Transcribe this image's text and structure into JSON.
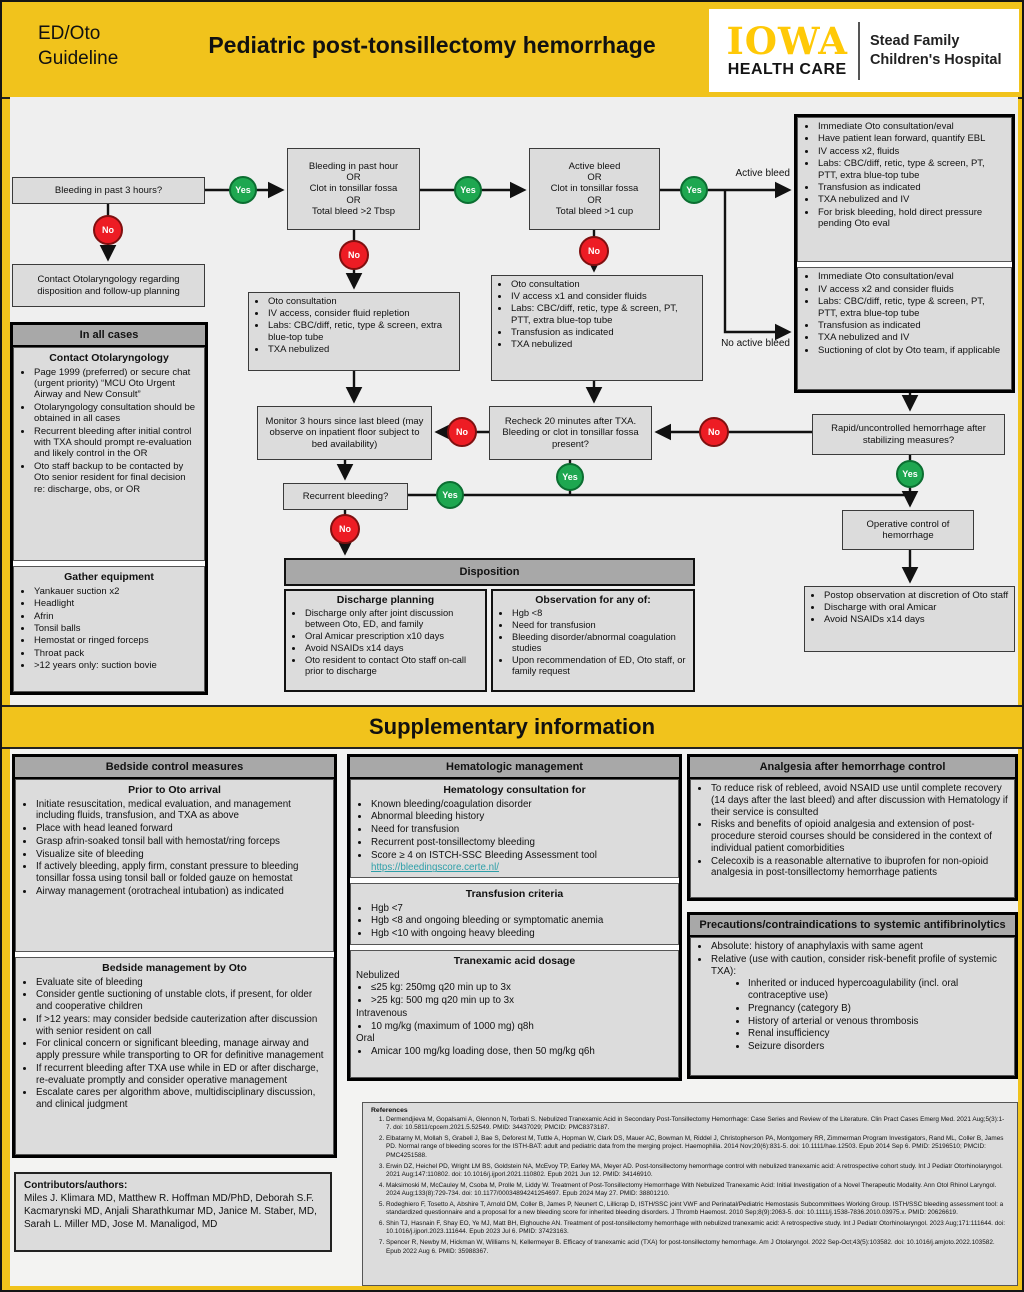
{
  "colors": {
    "banner_gold": "#F1C31C",
    "logo_gold": "#FFC907",
    "box_fill": "#DCDCDC",
    "section_header_fill": "#A8A8A8",
    "yes_green": "#1EA750",
    "no_red": "#ED1C24"
  },
  "header": {
    "guideline_label": "ED/Oto Guideline",
    "title": "Pediatric post-tonsillectomy hemorrhage",
    "logo_primary": "IOWA",
    "logo_secondary": "HEALTH CARE",
    "logo_affiliate_line1": "Stead Family",
    "logo_affiliate_line2": "Children's Hospital"
  },
  "labels": {
    "yes": "Yes",
    "no": "No",
    "active_bleed": "Active bleed",
    "no_active_bleed": "No active bleed"
  },
  "flow": {
    "q_past3hours": "Bleeding in past 3 hours?",
    "contact_oto": "Contact Otolaryngology regarding disposition and follow-up planning",
    "q_pasthour": "Bleeding in past hour\nOR\nClot in tonsillar fossa\nOR\nTotal bleed >2 Tbsp",
    "q_activebleed": "Active bleed\nOR\nClot in tonsillar fossa\nOR\nTotal bleed >1 cup",
    "oto_mild_items": [
      "Oto consultation",
      "IV access, consider fluid repletion",
      "Labs: CBC/diff, retic, type & screen, extra blue-top tube",
      "TXA nebulized"
    ],
    "oto_moderate_items": [
      "Oto consultation",
      "IV access x1 and consider fluids",
      "Labs: CBC/diff, retic, type & screen, PT, PTT, extra blue-top tube",
      "Transfusion as indicated",
      "TXA nebulized"
    ],
    "active_bleed_items": [
      "Immediate Oto consultation/eval",
      "Have patient lean forward, quantify EBL",
      "IV access x2, fluids",
      "Labs: CBC/diff, retic, type & screen, PT, PTT, extra blue-top tube",
      "Transfusion as indicated",
      "TXA nebulized and IV",
      "For brisk bleeding, hold direct pressure pending Oto eval"
    ],
    "no_active_bleed_items": [
      "Immediate Oto consultation/eval",
      "IV access x2 and consider fluids",
      "Labs: CBC/diff, retic, type & screen, PT, PTT, extra blue-top tube",
      "Transfusion as indicated",
      "TXA nebulized and IV",
      "Suctioning of clot by Oto team, if applicable"
    ],
    "monitor": "Monitor 3 hours since last bleed (may observe on inpatient floor subject to bed availability)",
    "recheck": "Recheck 20 minutes after TXA. Bleeding or clot in tonsillar fossa present?",
    "recurrent": "Recurrent bleeding?",
    "rapid": "Rapid/uncontrolled hemorrhage after stabilizing measures?",
    "operative": "Operative control of\nhemorrhage",
    "postop_items": [
      "Postop observation at discretion of Oto staff",
      "Discharge with oral Amicar",
      "Avoid NSAIDs x14 days"
    ]
  },
  "in_all_cases": {
    "title": "In all cases",
    "contact_title": "Contact Otolaryngology",
    "contact_items": [
      "Page 1999 (preferred) or secure chat (urgent priority) “MCU Oto Urgent Airway and New Consult”",
      "Otolaryngology consultation should be obtained in all cases",
      "Recurrent bleeding after initial control with TXA should prompt re-evaluation and likely control in the OR",
      "Oto staff backup to be contacted by Oto senior resident for final decision re: discharge, obs, or OR"
    ],
    "equipment_title": "Gather equipment",
    "equipment_items": [
      "Yankauer suction x2",
      "Headlight",
      "Afrin",
      "Tonsil balls",
      "Hemostat or ringed forceps",
      "Throat pack",
      ">12 years only: suction bovie"
    ]
  },
  "disposition": {
    "title": "Disposition",
    "discharge_title": "Discharge planning",
    "discharge_items": [
      "Discharge only after joint discussion between Oto, ED, and family",
      "Oral Amicar prescription x10 days",
      "Avoid NSAIDs x14 days",
      "Oto resident to contact Oto staff on-call prior to discharge"
    ],
    "observation_title": "Observation for any of:",
    "observation_items": [
      "Hgb <8",
      "Need for transfusion",
      "Bleeding disorder/abnormal coagulation studies",
      "Upon recommendation of ED, Oto staff, or family request"
    ]
  },
  "supplementary": {
    "title": "Supplementary information",
    "bedside": {
      "title": "Bedside control measures",
      "prior_title": "Prior to Oto arrival",
      "prior_items": [
        "Initiate resuscitation, medical evaluation, and management including fluids, transfusion, and TXA as above",
        "Place with head leaned forward",
        "Grasp afrin-soaked tonsil ball with hemostat/ring forceps",
        "Visualize site of bleeding",
        "If actively bleeding, apply firm, constant pressure to bleeding tonsillar fossa using tonsil ball or folded gauze on hemostat",
        "Airway management (orotracheal intubation) as indicated"
      ],
      "oto_title": "Bedside management by Oto",
      "oto_items": [
        "Evaluate site of bleeding",
        "Consider gentle suctioning of unstable clots, if present, for older and cooperative children",
        "If >12 years: may consider bedside cauterization after discussion with senior resident on call",
        "For clinical concern or significant bleeding, manage airway and apply pressure while transporting to OR for definitive management",
        "If recurrent bleeding after TXA use while in ED or after discharge, re-evaluate promptly and consider operative management",
        "Escalate cares per algorithm above, multidisciplinary discussion, and clinical judgment"
      ]
    },
    "hematology": {
      "title": "Hematologic management",
      "consult_title": "Hematology consultation for",
      "consult_items": [
        "Known bleeding/coagulation disorder",
        "Abnormal bleeding history",
        "Need for transfusion",
        "Recurrent post-tonsillectomy bleeding",
        "Score ≥ 4 on ISTCH-SSC Bleeding Assessment tool"
      ],
      "consult_link": "https://bleedingscore.certe.nl/",
      "transfusion_title": "Transfusion criteria",
      "transfusion_items": [
        "Hgb <7",
        "Hgb <8 and ongoing bleeding or symptomatic anemia",
        "Hgb <10 with ongoing heavy bleeding"
      ],
      "txa_title": "Tranexamic acid dosage",
      "nebulized_label": "Nebulized",
      "nebulized_items": [
        "≤25 kg: 250mg q20 min up to 3x",
        ">25 kg: 500 mg q20 min up to 3x"
      ],
      "iv_label": "Intravenous",
      "iv_items": [
        "10 mg/kg (maximum of 1000 mg) q8h"
      ],
      "oral_label": "Oral",
      "oral_items": [
        "Amicar 100 mg/kg loading dose, then 50 mg/kg q6h"
      ]
    },
    "analgesia": {
      "title": "Analgesia after hemorrhage control",
      "items": [
        "To reduce risk of rebleed, avoid NSAID use until complete recovery (14 days after the last bleed) and after discussion with Hematology if their service is consulted",
        "Risks and benefits of opioid analgesia and extension of post-procedure steroid courses should be considered in the context of individual patient comorbidities",
        "Celecoxib is a reasonable alternative to ibuprofen for non-opioid analgesia in post-tonsillectomy hemorrhage patients"
      ]
    },
    "precautions": {
      "title": "Precautions/contraindications to systemic antifibrinolytics",
      "items": [
        "Absolute: history of anaphylaxis with same agent",
        "Relative (use with caution, consider risk-benefit profile of systemic TXA):"
      ],
      "relative_subitems": [
        "Inherited or induced hypercoagulability (incl. oral contraceptive use)",
        "Pregnancy (category B)",
        "History of arterial or venous thrombosis",
        "Renal insufficiency",
        "Seizure disorders"
      ]
    },
    "contributors": {
      "title": "Contributors/authors:",
      "text": "Miles J. Klimara MD, Matthew R. Hoffman MD/PhD, Deborah S.F. Kacmarynski MD, Anjali Sharathkumar MD, Janice M. Staber, MD, Sarah L. Miller MD, Jose M. Manaligod, MD"
    },
    "references": {
      "title": "References",
      "items": [
        "Dermendjieva M, Gopalsami A, Glennon N, Torbati S. Nebulized Tranexamic Acid in Secondary Post-Tonsillectomy Hemorrhage: Case Series and Review of the Literature. Clin Pract Cases Emerg Med. 2021 Aug;5(3):1-7. doi: 10.5811/cpcem.2021.5.52549. PMID: 34437029; PMCID: PMC8373187.",
        "Elbatarny M, Mollah S, Grabell J, Bae S, Deforest M, Tuttle A, Hopman W, Clark DS, Mauer AC, Bowman M, Riddel J, Christopherson PA, Montgomery RR, Zimmerman Program Investigators, Rand ML, Coller B, James PD. Normal range of bleeding scores for the ISTH-BAT: adult and pediatric data from the merging project. Haemophilia. 2014 Nov;20(6):831-5. doi: 10.1111/hae.12503. Epub 2014 Sep 6. PMID: 25196510; PMCID: PMC4251588.",
        "Erwin DZ, Heichel PD, Wright LM BS, Goldstein NA, McEvoy TP, Earley MA, Meyer AD. Post-tonsillectomy hemorrhage control with nebulized tranexamic acid: A retrospective cohort study. Int J Pediatr Otorhinolaryngol. 2021 Aug;147:110802. doi: 10.1016/j.ijporl.2021.110802. Epub 2021 Jun 12. PMID: 34146910.",
        "Maksimoski M, McCauley M, Csoba M, Prolle M, Liddy W. Treatment of Post-Tonsillectomy Hemorrhage With Nebulized Tranexamic Acid: Initial Investigation of a Novel Therapeutic Modality. Ann Otol Rhinol Laryngol. 2024 Aug;133(8):729-734. doi: 10.1177/00034894241254697. Epub 2024 May 27. PMID: 38801210.",
        "Rodeghiero F, Tosetto A, Abshire T, Arnold DM, Coller B, James P, Neunert C, Lillicrap D, ISTH/SSC joint VWF and Perinatal/Pediatric Hemostasis Subcommittees Working Group. ISTH/SSC bleeding assessment tool: a standardized questionnaire and a proposal for a new bleeding score for inherited bleeding disorders. J Thromb Haemost. 2010 Sep;8(9):2063-5. doi: 10.1111/j.1538-7836.2010.03975.x. PMID: 20626619.",
        "Shin TJ, Hasnain F, Shay EO, Ye MJ, Matt BH, Elghouche AN. Treatment of post-tonsillectomy hemorrhage with nebulized tranexamic acid: A retrospective study. Int J Pediatr Otorhinolaryngol. 2023 Aug;171:111644. doi: 10.1016/j.ijporl.2023.111644. Epub 2023 Jul 6. PMID: 37423163.",
        "Spencer R, Newby M, Hickman W, Williams N, Kellermeyer B. Efficacy of tranexamic acid (TXA) for post-tonsillectomy hemorrhage. Am J Otolaryngol. 2022 Sep-Oct;43(5):103582. doi: 10.1016/j.amjoto.2022.103582. Epub 2022 Aug 6. PMID: 35988367."
      ]
    }
  }
}
